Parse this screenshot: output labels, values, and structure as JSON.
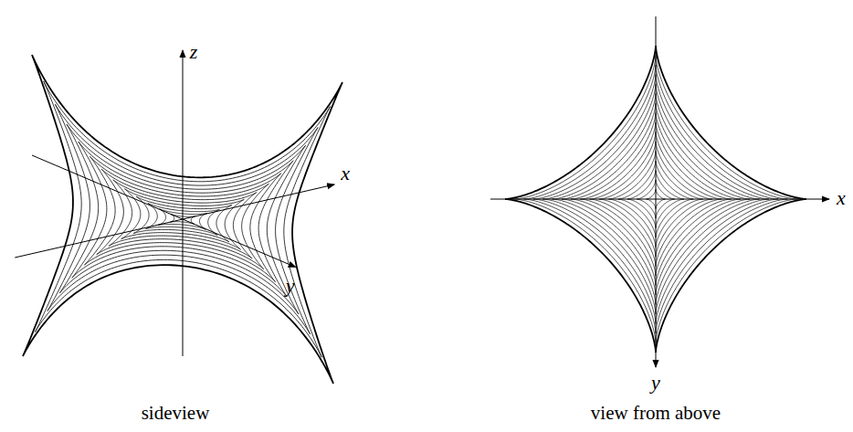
{
  "diagram": {
    "labels": [
      "z",
      "x",
      "y",
      "x",
      "y",
      "sideview",
      "view from above"
    ]
  }
}
